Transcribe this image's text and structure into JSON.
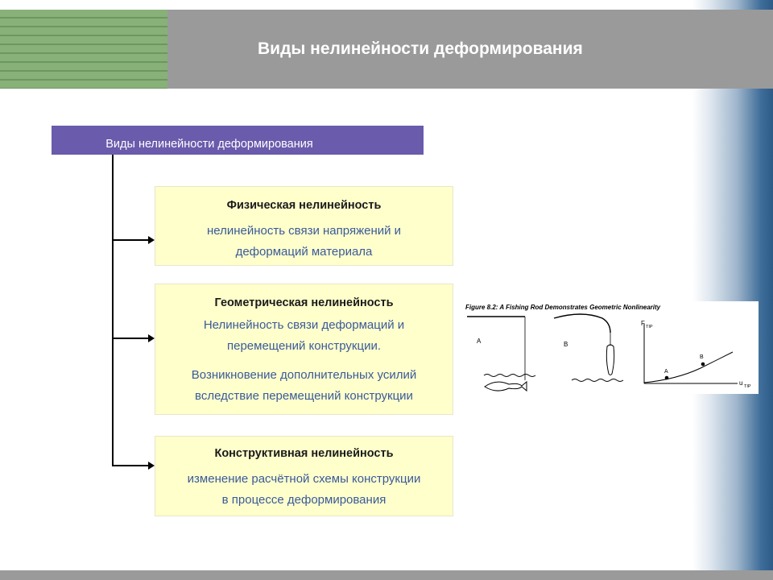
{
  "header": {
    "title": "Виды нелинейности деформирования"
  },
  "root": {
    "label": "Виды нелинейности деформирования"
  },
  "cards": [
    {
      "title": "Физическая нелинейность",
      "lines": [
        "нелинейность связи напряжений и",
        "деформаций материала"
      ]
    },
    {
      "title": "Геометрическая нелинейность",
      "lines": [
        "Нелинейность связи деформаций и",
        "перемещений конструкции.",
        "Возникновение дополнительных усилий",
        "вследствие перемещений конструкции"
      ]
    },
    {
      "title": "Конструктивная нелинейность",
      "lines": [
        "изменение расчётной схемы конструкции",
        "в процессе деформирования"
      ]
    }
  ],
  "figure": {
    "caption": "Figure 8.2: A Fishing Rod Demonstrates Geometric Nonlinearity",
    "panel_a": "A",
    "panel_b": "B",
    "y_axis": "F",
    "y_sub": "TIP",
    "x_axis": "u",
    "x_sub": "TIP",
    "point_a": "A",
    "point_b": "B"
  }
}
